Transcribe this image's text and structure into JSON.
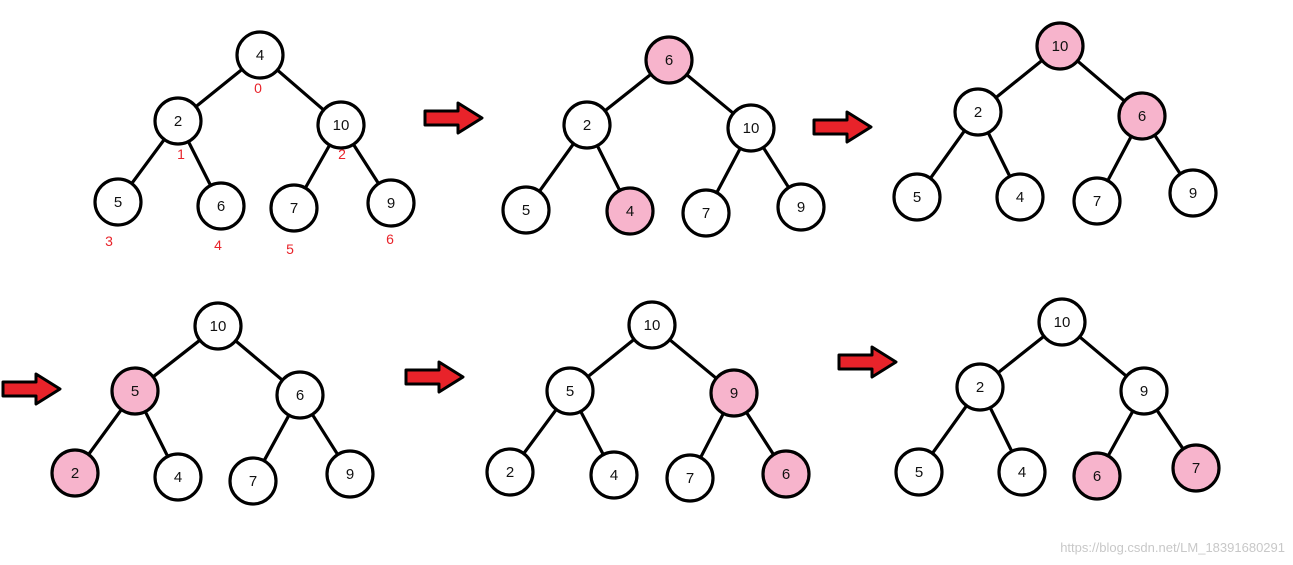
{
  "colors": {
    "node_stroke": "#000000",
    "node_fill": "#ffffff",
    "highlight_fill": "#f7b4cc",
    "arrow_fill": "#e8232a",
    "index_label": "#e8232a"
  },
  "steps": [
    {
      "values": [
        "4",
        "2",
        "10",
        "5",
        "6",
        "7",
        "9"
      ],
      "highlighted": [],
      "index_labels": [
        "0",
        "1",
        "2",
        "3",
        "4",
        "5",
        "6"
      ]
    },
    {
      "values": [
        "6",
        "2",
        "10",
        "5",
        "4",
        "7",
        "9"
      ],
      "highlighted": [
        0,
        4
      ],
      "index_labels": []
    },
    {
      "values": [
        "10",
        "2",
        "6",
        "5",
        "4",
        "7",
        "9"
      ],
      "highlighted": [
        0,
        2
      ],
      "index_labels": []
    },
    {
      "values": [
        "10",
        "5",
        "6",
        "2",
        "4",
        "7",
        "9"
      ],
      "highlighted": [
        1,
        3
      ],
      "index_labels": []
    },
    {
      "values": [
        "10",
        "5",
        "9",
        "2",
        "4",
        "7",
        "6"
      ],
      "highlighted": [
        2,
        6
      ],
      "index_labels": []
    },
    {
      "values": [
        "10",
        "2",
        "9",
        "5",
        "4",
        "6",
        "7"
      ],
      "highlighted": [
        5,
        6
      ],
      "index_labels": []
    }
  ],
  "arrows_count": 5,
  "watermark": "https://blog.csdn.net/LM_18391680291"
}
